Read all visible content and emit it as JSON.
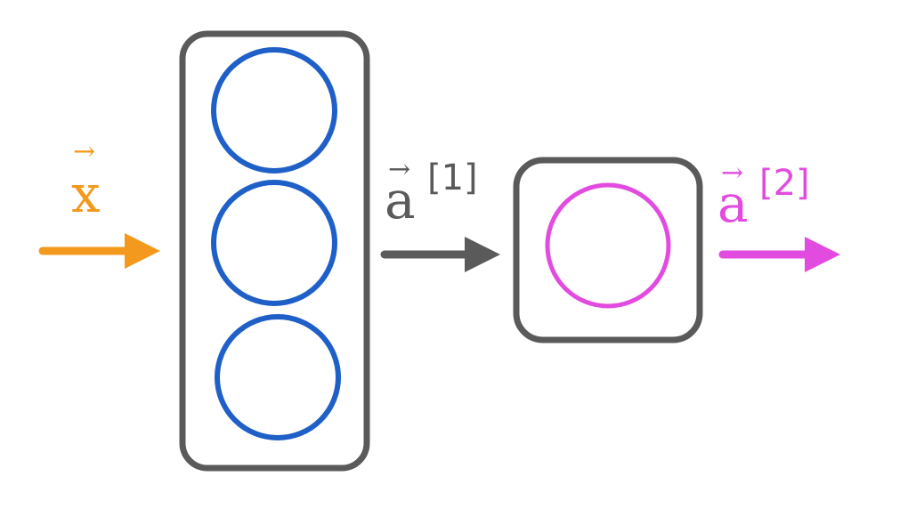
{
  "diagram": {
    "input": {
      "symbol": "x",
      "vector_arrow": "→",
      "color": "#F39A1E"
    },
    "layer1": {
      "neuron_count": 3,
      "neuron_color": "#1F5FC8",
      "box_color": "#5A5A5A"
    },
    "activation1": {
      "symbol": "a",
      "vector_arrow": "→",
      "superscript": "[1]",
      "color": "#5A5A5A"
    },
    "layer2": {
      "neuron_count": 1,
      "neuron_color": "#E24BE0",
      "box_color": "#5A5A5A"
    },
    "activation2": {
      "symbol": "a",
      "vector_arrow": "→",
      "superscript": "[2]",
      "color": "#E24BE0"
    }
  }
}
